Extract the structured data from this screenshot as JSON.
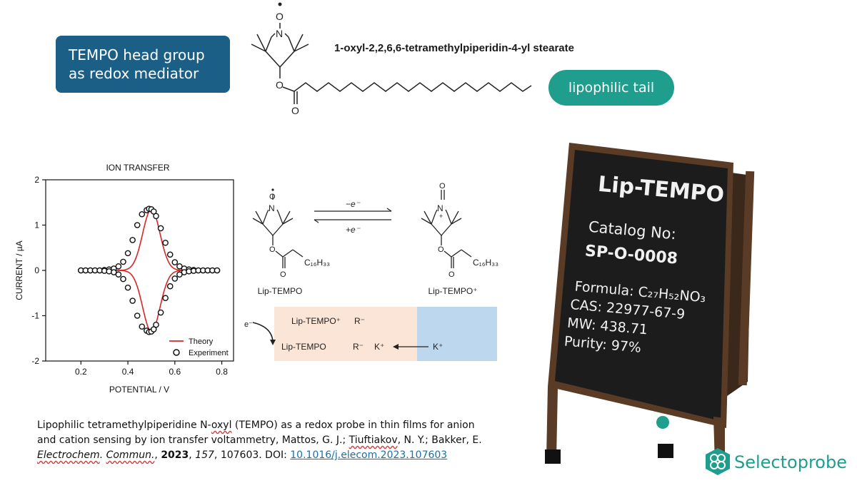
{
  "header": {
    "tempo_box_line1": "TEMPO head group",
    "tempo_box_line2": "as redox mediator",
    "compound_name": "1-oxyl-2,2,6,6-tetramethylpiperidin-4-yl stearate",
    "tail_label": "lipophilic tail",
    "atoms": {
      "n": "N",
      "o": "O"
    }
  },
  "chart_data": {
    "type": "scatter",
    "title": "ION TRANSFER",
    "xlabel": "POTENTIAL / V",
    "ylabel": "CURRENT / µA",
    "xlim": [
      0.05,
      0.85
    ],
    "ylim": [
      -2,
      2
    ],
    "xticks": [
      "0.2",
      "0.4",
      "0.6",
      "0.8"
    ],
    "xtick_values": [
      0.2,
      0.4,
      0.6,
      0.8
    ],
    "yticks": [
      "2",
      "1",
      "0",
      "-1",
      "-2"
    ],
    "ytick_values": [
      2,
      1,
      0,
      -1,
      -2
    ],
    "legend": {
      "theory": "Theory",
      "experiment": "Experiment",
      "placement": "bottom-right"
    },
    "colors": {
      "theory": "#d62728",
      "experiment": "#000000"
    },
    "series": [
      {
        "name": "Theory",
        "type": "line",
        "peak_potential": 0.5,
        "peak_current": 1.35,
        "width": 0.052
      },
      {
        "name": "Experiment",
        "type": "scatter",
        "x": [
          0.2,
          0.22,
          0.24,
          0.26,
          0.28,
          0.3,
          0.32,
          0.34,
          0.36,
          0.38,
          0.4,
          0.42,
          0.44,
          0.46,
          0.48,
          0.49,
          0.5,
          0.51,
          0.52,
          0.54,
          0.56,
          0.58,
          0.6,
          0.62,
          0.64,
          0.66,
          0.68,
          0.7,
          0.72,
          0.74,
          0.76,
          0.78
        ],
        "y_forward": [
          0.0,
          0.0,
          0.0,
          0.0,
          0.0,
          0.01,
          0.02,
          0.04,
          0.09,
          0.19,
          0.38,
          0.67,
          1.0,
          1.24,
          1.33,
          1.36,
          1.35,
          1.3,
          1.2,
          0.93,
          0.61,
          0.35,
          0.18,
          0.09,
          0.04,
          0.02,
          0.01,
          0.0,
          0.0,
          0.0,
          0.0,
          0.0
        ],
        "y_reverse": [
          0.0,
          0.0,
          0.0,
          0.0,
          0.0,
          -0.01,
          -0.02,
          -0.04,
          -0.09,
          -0.19,
          -0.38,
          -0.67,
          -1.0,
          -1.24,
          -1.33,
          -1.36,
          -1.35,
          -1.3,
          -1.2,
          -0.93,
          -0.61,
          -0.35,
          -0.18,
          -0.09,
          -0.04,
          -0.02,
          -0.01,
          0.0,
          0.0,
          0.0,
          0.0,
          0.0
        ]
      }
    ]
  },
  "reaction": {
    "forward": "−e⁻",
    "reverse": "+e⁻",
    "left_label": "Lip-TEMPO",
    "right_label": "Lip-TEMPO⁺",
    "chain": "C₁₆H₃₃",
    "plus": "+"
  },
  "membrane": {
    "electron": "e⁻",
    "row1_species": "Lip-TEMPO⁺",
    "row1_anion": "R⁻",
    "row2_species": "Lip-TEMPO",
    "row2_anion": "R⁻",
    "row2_cation": "K⁺",
    "aqueous_cation": "K⁺",
    "colors": {
      "membrane": "#fbe5d6",
      "aqueous": "#bdd7ee"
    }
  },
  "sign": {
    "title": "Lip-TEMPO",
    "catalog_label": "Catalog No:",
    "catalog_number": "SP-O-0008",
    "formula": "Formula: C₂₇H₅₂NO₃",
    "cas": "CAS: 22977-67-9",
    "mw": "MW: 438.71",
    "purity": "Purity: 97%",
    "colors": {
      "board": "#1c1c1c",
      "frame": "#5a3b25"
    }
  },
  "citation": {
    "line1_a": "Lipophilic tetramethylpiperidine N-",
    "line1_oxyl": "oxyl",
    "line1_b": " (TEMPO) as a redox probe in thin films for anion",
    "line2_a": "and cation sensing by ion transfer voltammetry, Mattos, G. J.; ",
    "line2_author": "Tiuftiakov",
    "line2_b": ", N. Y.; Bakker, E.",
    "journal": "Electrochem",
    "journal_dot": ".",
    "journal_b": "Commun.",
    "sep1": ", ",
    "year": "2023",
    "sep2": ", ",
    "volume": "157",
    "rest": ", 107603. DOI: ",
    "doi": "10.1016/j.elecom.2023.107603"
  },
  "brand": {
    "name": "Selectoprobe",
    "color": "#1f9e8e"
  }
}
